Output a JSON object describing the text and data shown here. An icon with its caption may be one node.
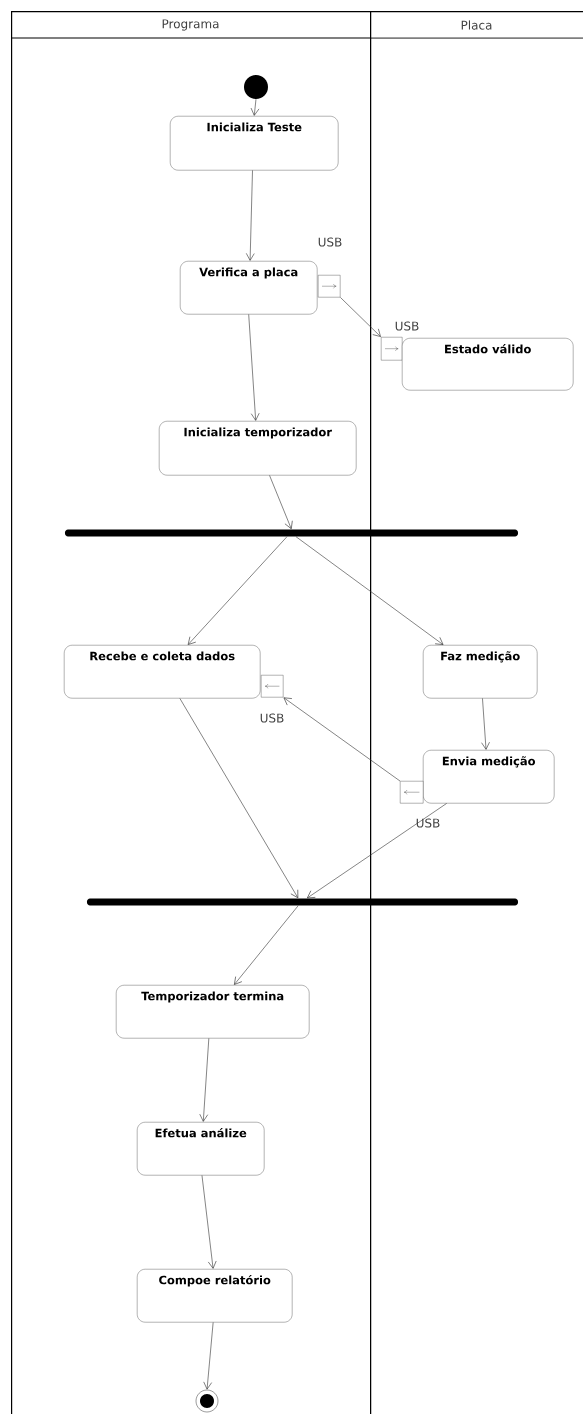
{
  "diagram": {
    "nodes": [
      {
        "text": [
          "Programa"
        ]
      },
      {
        "text": [
          "Placa"
        ]
      },
      {
        "text": [],
        "shape": "circle",
        "in": 0
      },
      {
        "text": [
          "Inicializa Teste"
        ],
        "in": 0
      },
      {
        "text": [
          "Verifica a placa"
        ],
        "in": 0
      },
      {
        "text": [],
        "shape": "box",
        "in": 0
      },
      {
        "text": [],
        "shape": "box",
        "in": 1
      },
      {
        "text": [
          "Estado válido"
        ],
        "in": 1
      },
      {
        "text": [
          "Inicializa temporizador"
        ],
        "in": 0
      },
      {
        "text": [],
        "shape": "bar"
      },
      {
        "text": [
          "Recebe e coleta dados"
        ],
        "in": 0
      },
      {
        "text": [],
        "shape": "box",
        "in": 0
      },
      {
        "text": [
          "Faz medição"
        ],
        "in": 1
      },
      {
        "text": [
          "Envia medição"
        ],
        "in": 1
      },
      {
        "text": [],
        "shape": "box",
        "in": 1
      },
      {
        "text": [],
        "shape": "bar"
      },
      {
        "text": [
          "Temporizador termina"
        ],
        "in": 0
      },
      {
        "text": [
          "Efetua análize"
        ],
        "in": 0
      },
      {
        "text": [
          "Compoe relatório"
        ],
        "in": 0
      },
      {
        "text": [],
        "shape": "circle",
        "in": 0
      }
    ],
    "edges": [
      {
        "from": 2,
        "to": 3,
        "arrow": "to"
      },
      {
        "from": 3,
        "to": 4,
        "arrow": "to"
      },
      {
        "from": 4,
        "to": 8,
        "arrow": "to"
      },
      {
        "from": 5,
        "to": 6,
        "arrow": "to"
      },
      {
        "from": 8,
        "to": 9,
        "arrow": "to"
      },
      {
        "from": 9,
        "to": 10,
        "arrow": "to"
      },
      {
        "from": 9,
        "to": 12,
        "arrow": "to"
      },
      {
        "from": 12,
        "to": 13,
        "arrow": "to"
      },
      {
        "from": 14,
        "to": 11,
        "arrow": "to"
      },
      {
        "from": 10,
        "to": 15,
        "arrow": "to"
      },
      {
        "from": 13,
        "to": 15,
        "arrow": "to"
      },
      {
        "from": 15,
        "to": 16,
        "arrow": "to"
      },
      {
        "from": 16,
        "to": 17,
        "arrow": "to"
      },
      {
        "from": 17,
        "to": 18,
        "arrow": "to"
      },
      {
        "from": 18,
        "to": 19,
        "arrow": "to"
      }
    ],
    "labels": [
      "USB",
      "USB",
      "USB",
      "USB"
    ]
  }
}
